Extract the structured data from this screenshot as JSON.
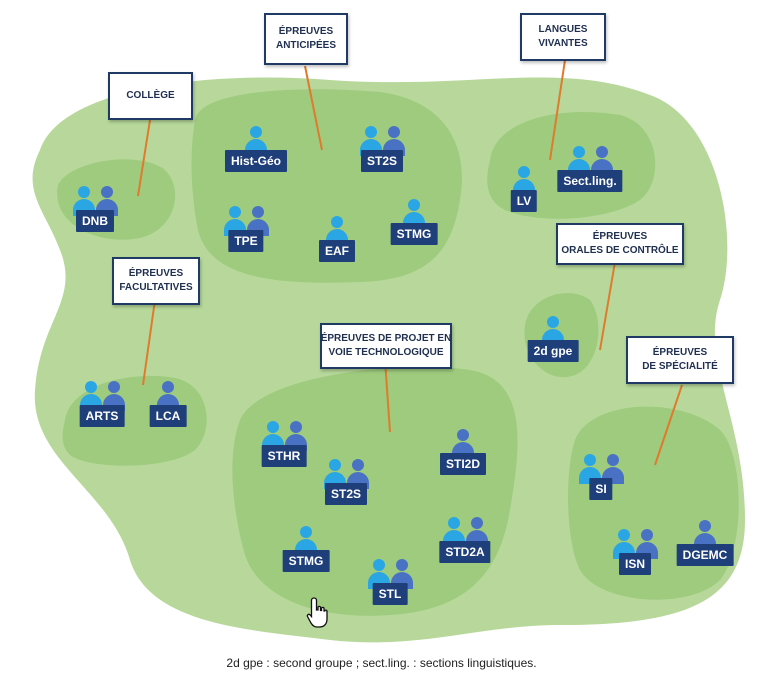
{
  "colors": {
    "map_fill": "#b7d89a",
    "cluster_fill": "#9ecb7e",
    "connector": "#e07a2c",
    "box_border": "#1f3a64",
    "desk": "#1f3f7a",
    "person_light": "#2aa6e4",
    "person_dark": "#4a72c4"
  },
  "labels": {
    "college": [
      "COLLÈGE"
    ],
    "anticipees": [
      "ÉPREUVES",
      "ANTICIPÉES"
    ],
    "langues": [
      "LANGUES",
      "VIVANTES"
    ],
    "facultatives": [
      "ÉPREUVES",
      "FACULTATIVES"
    ],
    "orales": [
      "ÉPREUVES",
      "ORALES DE CONTRÔLE"
    ],
    "projet": [
      "ÉPREUVES DE PROJET EN",
      "VOIE TECHNOLOGIQUE"
    ],
    "specialite": [
      "ÉPREUVES",
      "DE SPÉCIALITÉ"
    ]
  },
  "exams": {
    "dnb": "DNB",
    "hist_geo": "Hist-Géo",
    "st2s_ant": "ST2S",
    "tpe": "TPE",
    "eaf": "EAF",
    "stmg_ant": "STMG",
    "lv": "LV",
    "sect_ling": "Sect.ling.",
    "gpe2d": "2d gpe",
    "arts": "ARTS",
    "lca": "LCA",
    "sthr": "STHR",
    "st2s_proj": "ST2S",
    "sti2d": "STI2D",
    "stmg_proj": "STMG",
    "std2a": "STD2A",
    "stl": "STL",
    "si": "SI",
    "isn": "ISN",
    "dgemc": "DGEMC"
  },
  "footnote": "2d gpe : second groupe ; sect.ling. : sections linguistiques.",
  "icons": {
    "person_single": "person-icon",
    "person_pair": "people-pair-icon",
    "cursor": "hand-pointer-icon"
  }
}
